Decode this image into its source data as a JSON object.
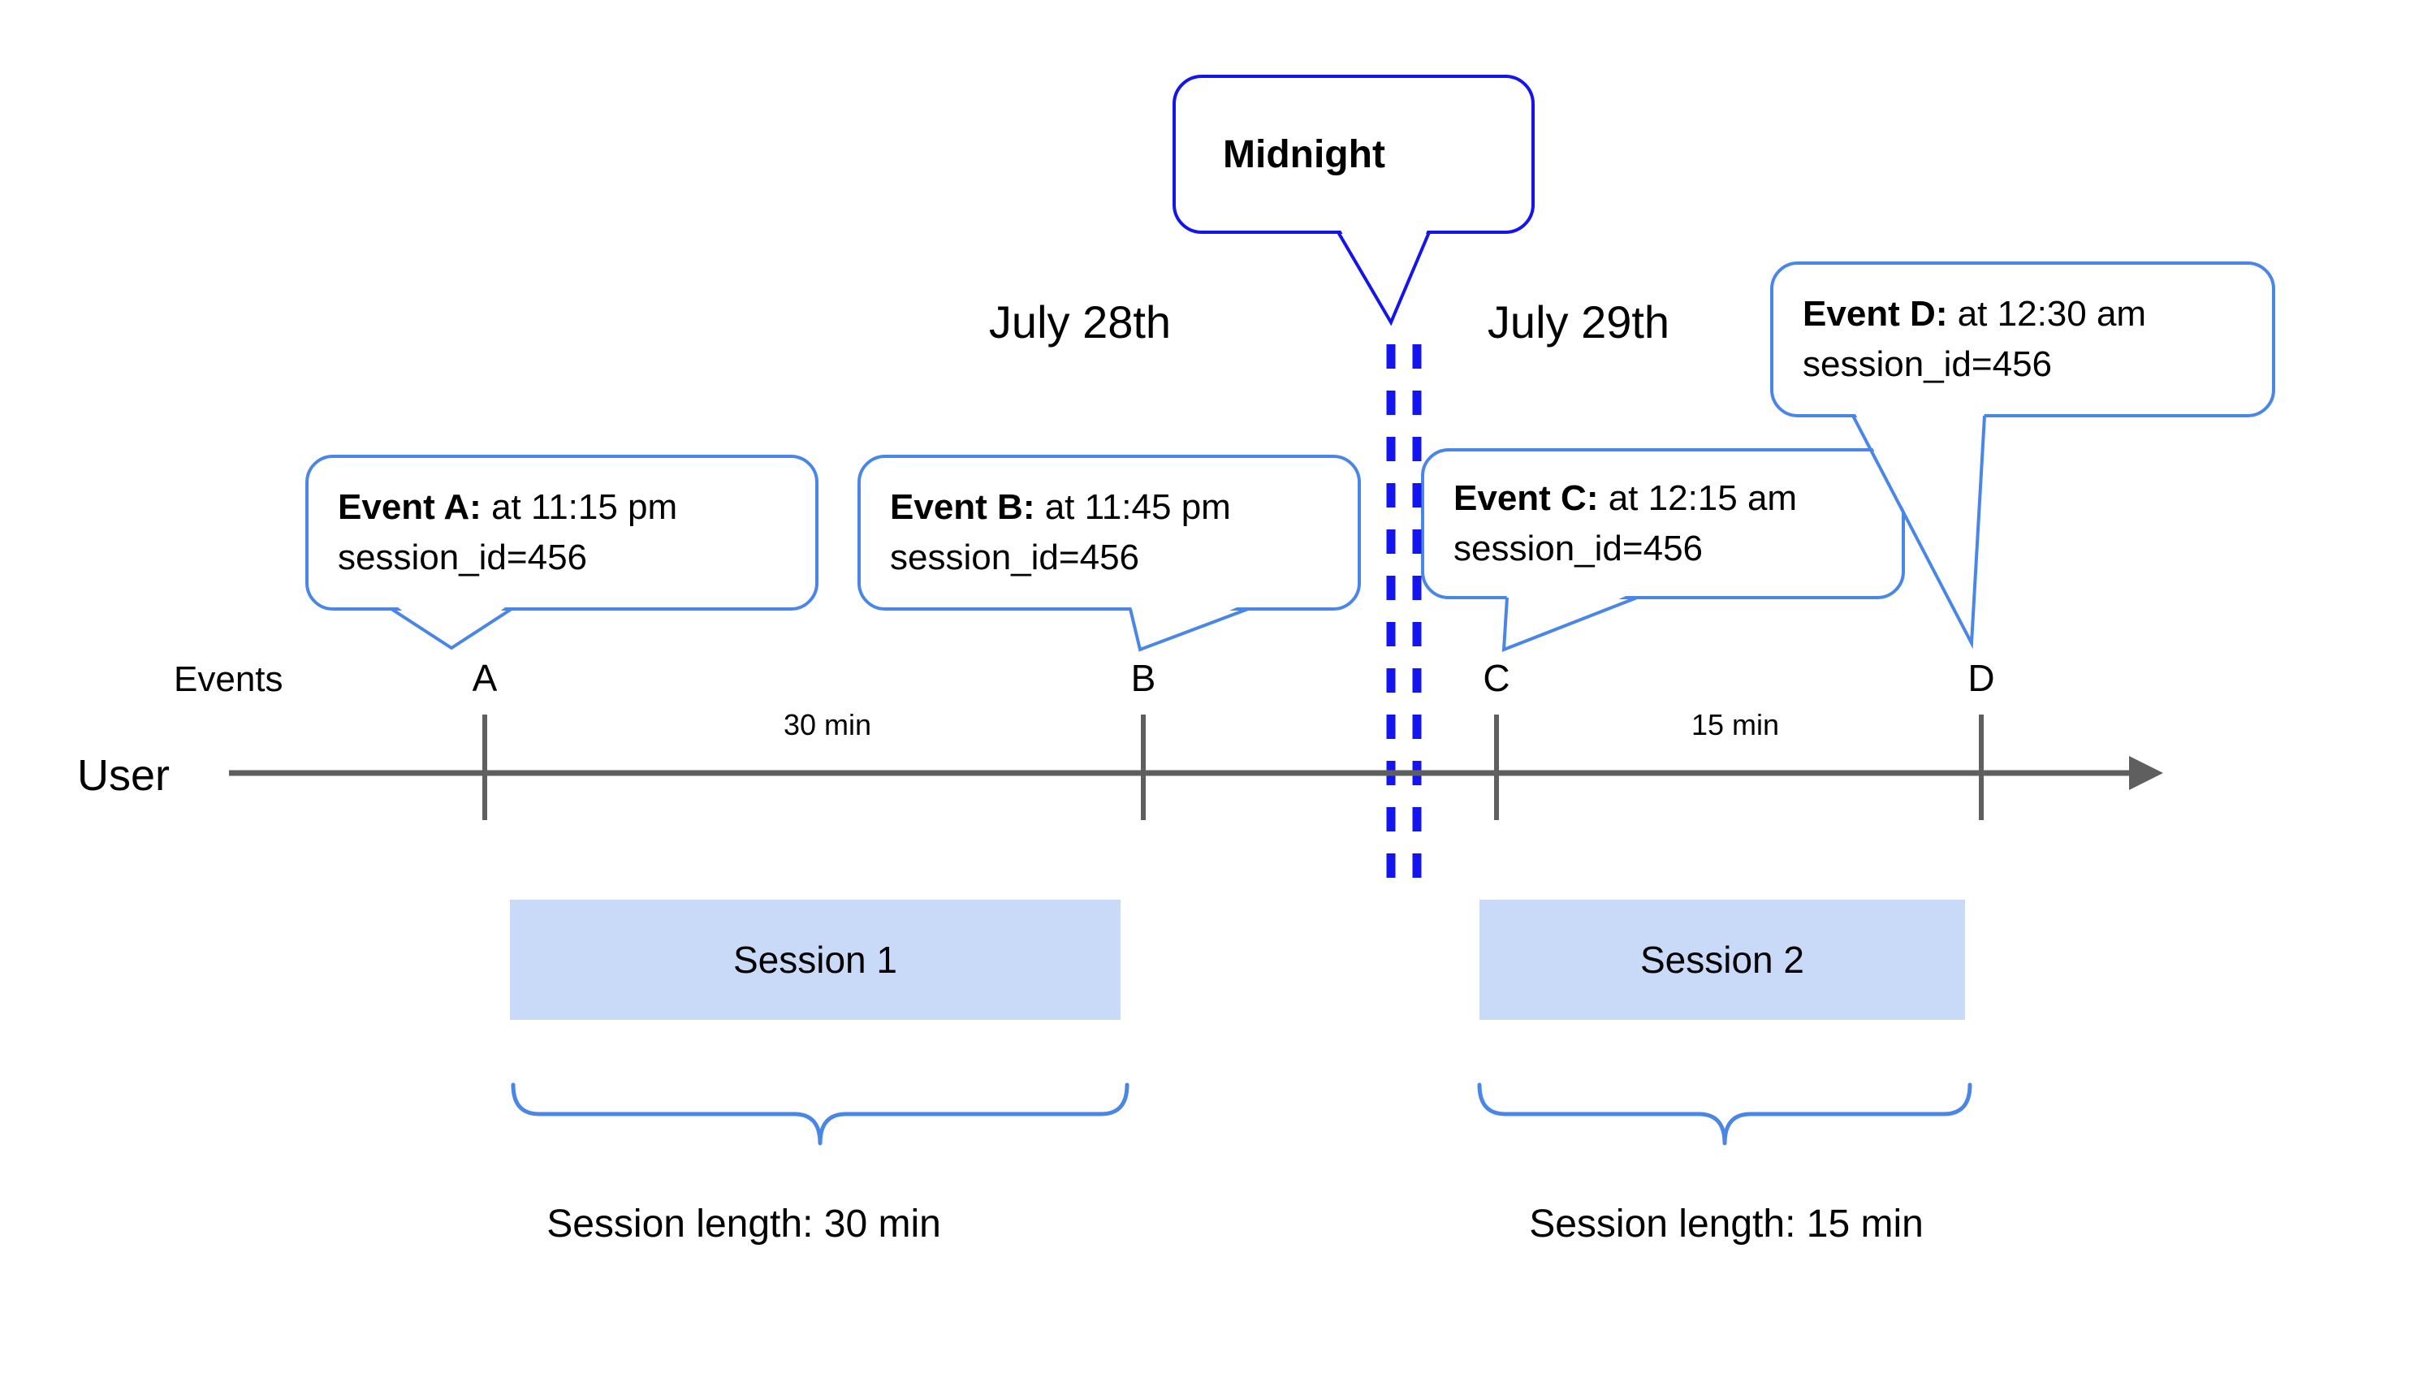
{
  "colors": {
    "accent_blue": "#4a86e8",
    "strong_blue": "#1414ef",
    "session_fill": "#c9daf8",
    "axis_gray": "#5f5f5f",
    "text_black": "#000000"
  },
  "dates": {
    "left": "July 28th",
    "right": "July 29th"
  },
  "midnight_label": "Midnight",
  "axis": {
    "events_label": "Events",
    "user_label": "User",
    "markers": [
      "A",
      "B",
      "C",
      "D"
    ],
    "gap_labels": [
      "30 min",
      "15 min"
    ]
  },
  "callouts": [
    {
      "bold": "Event A:",
      "time": " at 11:15 pm",
      "session": "session_id=456"
    },
    {
      "bold": "Event B:",
      "time": " at 11:45 pm",
      "session": "session_id=456"
    },
    {
      "bold": "Event C:",
      "time": " at 12:15 am",
      "session": "session_id=456"
    },
    {
      "bold": "Event D:",
      "time": " at 12:30 am",
      "session": "session_id=456"
    }
  ],
  "sessions": [
    {
      "label": "Session 1",
      "length": "Session length: 30 min"
    },
    {
      "label": "Session 2",
      "length": "Session length: 15 min"
    }
  ]
}
